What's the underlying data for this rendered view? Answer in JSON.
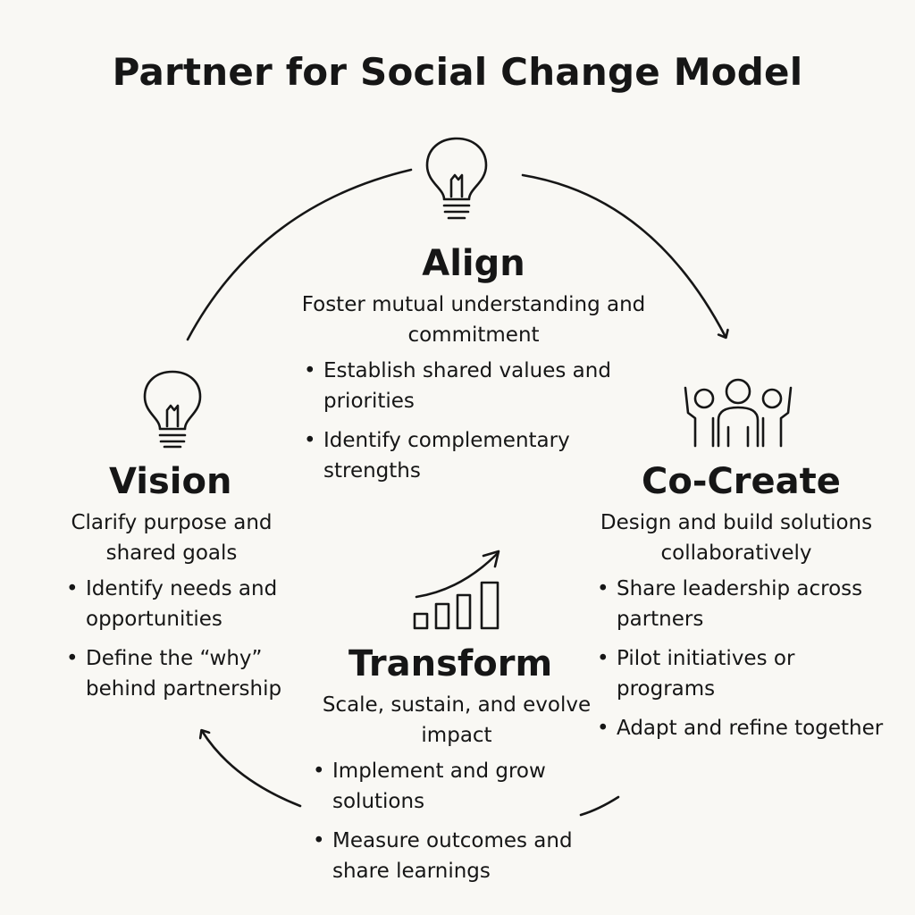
{
  "title": "Partner for Social Change Model",
  "stages": {
    "align": {
      "icon": "lightbulb-icon",
      "name": "Align",
      "description": "Foster mutual understanding and commitment",
      "bullets": [
        "Establish shared values and priorities",
        "Identify complementary strengths"
      ]
    },
    "vision": {
      "icon": "lightbulb-icon",
      "name": "Vision",
      "description": "Clarify purpose and shared goals",
      "bullets": [
        "Identify needs and opportunities",
        "Define the “why” behind partnership"
      ]
    },
    "cocreate": {
      "icon": "people-raised-hands-icon",
      "name": "Co-Create",
      "description": "Design and build solutions collaboratively",
      "bullets": [
        "Share leadership across partners",
        "Pilot initiatives or programs",
        "Adapt and refine together"
      ]
    },
    "transform": {
      "icon": "growth-bar-chart-icon",
      "name": "Transform",
      "description": "Scale, sustain, and evolve impact",
      "bullets": [
        "Implement and grow solutions",
        "Measure outcomes and share learnings"
      ]
    }
  },
  "colors": {
    "background": "#f9f8f4",
    "ink": "#161616"
  }
}
